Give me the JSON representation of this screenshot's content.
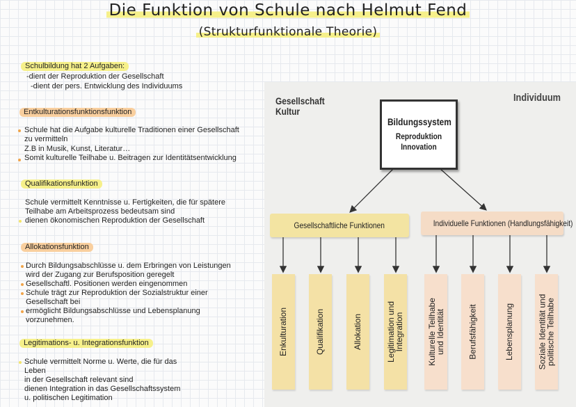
{
  "header": {
    "title": "Die Funktion von Schule nach Helmut Fend",
    "subtitle": "(Strukturfunktionale Theorie)"
  },
  "intro": {
    "heading": "Schulbildung hat 2 Aufgaben:",
    "lines": [
      "-dient der Reproduktion der Gesellschaft",
      "-dient der pers. Entwicklung des Individuums"
    ]
  },
  "sections": [
    {
      "heading": "Entkulturationsfunktionsfunktion",
      "lines": [
        "Schule hat die Aufgabe kulturelle Traditionen einer Gesellschaft",
        "zu vermitteln",
        "Z.B in Musik, Kunst, Literatur…",
        "Somit kulturelle Teilhabe u. Beitragen zur Identitätsentwicklung"
      ]
    },
    {
      "heading": "Qualifikationsfunktion",
      "lines": [
        "Schule vermittelt Kenntnisse u. Fertigkeiten, die für spätere",
        "Teilhabe am Arbeitsprozess bedeutsam sind",
        "dienen ökonomischen Reproduktion der Gesellschaft"
      ]
    },
    {
      "heading": "Allokationsfunktion",
      "lines": [
        "Durch Bildungsabschlüsse u. dem Erbringen von Leistungen",
        "wird der Zugang zur Berufsposition geregelt",
        "Gesellschaftl. Positionen werden eingenommen",
        "Schule trägt zur Reproduktion der Sozialstruktur einer",
        "Gesellschaft bei",
        "ermöglicht Bildungsabschlüsse und Lebensplanung",
        "vorzunehmen."
      ]
    },
    {
      "heading": "Legitimations- u. Integrationsfunktion",
      "lines": [
        "Schule vermittelt Norme u. Werte, die für das",
        "Leben",
        "in der Gesellschaft relevant sind",
        "dienen Integration in das Gesellschaftssystem",
        "u. politischen Legitimation"
      ]
    }
  ],
  "diagram": {
    "left_label": "Gesellschaft\nKultur",
    "right_label": "Individuum",
    "center_title": "Bildungssystem",
    "center_sub": "Reproduktion\nInnovation",
    "left_band": "Gesellschaftliche Funktionen",
    "right_band": "Individuelle Funktionen (Handlungsfähigkeit)",
    "left_columns": [
      "Enkulturation",
      "Qualifikation",
      "Allokation",
      "Legitimation und\nIntegration"
    ],
    "right_columns": [
      "Kulturelle Teilhabe\nund Identität",
      "Berufsfähigkeit",
      "Lebensplanung",
      "Soziale Identität und\npolitische Teilhabe"
    ]
  },
  "colors": {
    "highlight_yellow": "#f6f08a",
    "highlight_orange": "#f9cf9e",
    "band_yellow": "#f3e4a2",
    "band_orange": "#f5dcc6"
  }
}
